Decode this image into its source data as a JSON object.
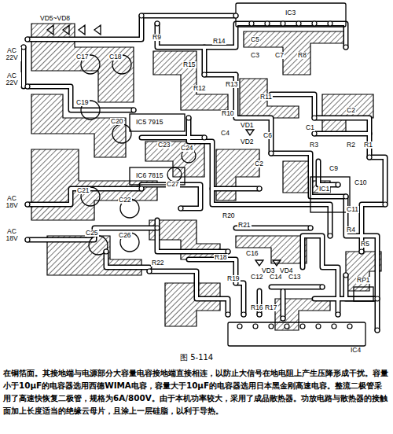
{
  "diagram": {
    "caption": "图 5-114",
    "labels": [
      "IC3",
      "VD5~VD8",
      "AC 22V",
      "AC 22V",
      "C17",
      "C18",
      "C19",
      "C20",
      "R9",
      "R15",
      "R14",
      "C5",
      "C3",
      "C7",
      "R8",
      "R13",
      "R12",
      "R11",
      "R10",
      "C2",
      "C1",
      "VD1",
      "VD2",
      "C4",
      "C6",
      "R3",
      "R2",
      "R1",
      "IC5 7915",
      "C24",
      "C23",
      "C27",
      "C25",
      "IC6 7815",
      "C2",
      "C9",
      "IC1",
      "C10",
      "C11",
      "C21",
      "C22",
      "AC 18V",
      "AC 18V",
      "C26",
      "R20",
      "R21",
      "R4",
      "R5",
      "C16",
      "VD3",
      "VD4",
      "R18",
      "R22",
      "R19",
      "C12",
      "C14",
      "C13",
      "RP1",
      "R16 R17",
      "IC4",
      "在铜箔面。其接地端与电源部分大容量电容接地端直接相连，以防止大信号在地电阻上产生压降形成干扰。容量小于10μF的电容器选用西德WIMA电容，容量大于10μF的电容器选用日本黑金刚高速电容。整流二极管采用了高速快恢复二极管，规格为6A/800V。由于本机功率较大，采用了成品散热器。功放电路与散热器的接触面加上长度适当的绝缘云母片，且涂上一层硅脂，以利于导热。"
    ]
  }
}
